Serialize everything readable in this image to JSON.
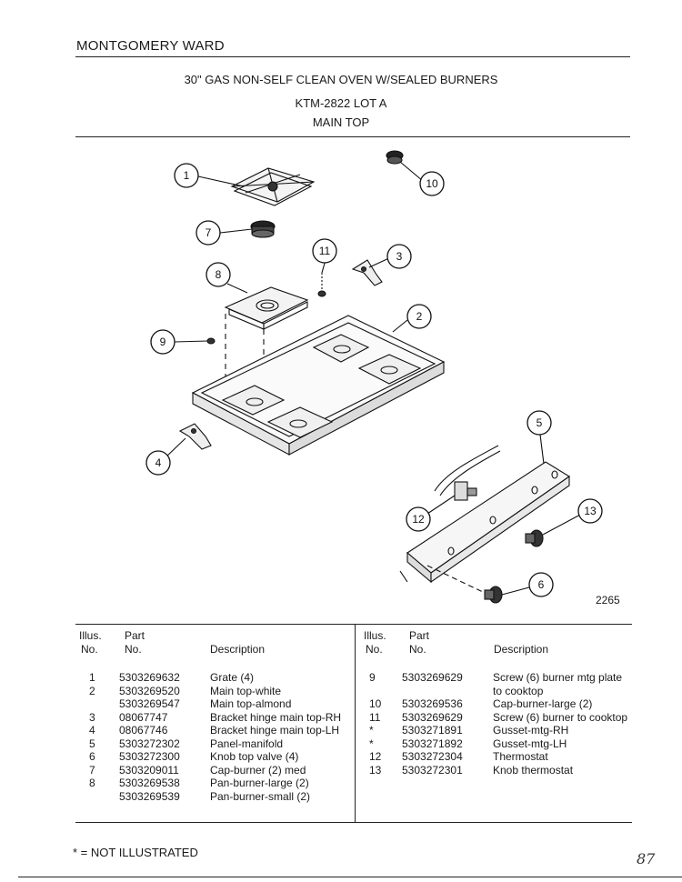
{
  "header": {
    "brand": "MONTGOMERY WARD",
    "title_line1": "30\" GAS NON-SELF CLEAN OVEN W/SEALED BURNERS",
    "title_line2": "KTM-2822 LOT A",
    "title_line3": "MAIN TOP"
  },
  "diagram": {
    "drawing_number": "2265",
    "callouts": [
      "1",
      "2",
      "3",
      "4",
      "5",
      "6",
      "7",
      "8",
      "9",
      "10",
      "11",
      "12",
      "13"
    ]
  },
  "table": {
    "headers": {
      "illus_line1": "Illus.",
      "illus_line2": "No.",
      "part_line1": "Part",
      "part_line2": "No.",
      "description": "Description"
    },
    "left_rows": [
      {
        "illus": "1",
        "part": "5303269632",
        "desc": "Grate (4)"
      },
      {
        "illus": "2",
        "part": "5303269520",
        "desc": "Main top-white"
      },
      {
        "illus": "",
        "part": "5303269547",
        "desc": "Main top-almond"
      },
      {
        "illus": "3",
        "part": "08067747",
        "desc": "Bracket hinge main top-RH"
      },
      {
        "illus": "4",
        "part": "08067746",
        "desc": "Bracket hinge main top-LH"
      },
      {
        "illus": "5",
        "part": "5303272302",
        "desc": "Panel-manifold"
      },
      {
        "illus": "6",
        "part": "5303272300",
        "desc": "Knob top valve (4)"
      },
      {
        "illus": "7",
        "part": "5303209011",
        "desc": "Cap-burner (2) med"
      },
      {
        "illus": "8",
        "part": "5303269538",
        "desc": "Pan-burner-large (2)"
      },
      {
        "illus": "",
        "part": "5303269539",
        "desc": "Pan-burner-small (2)"
      }
    ],
    "right_rows": [
      {
        "illus": "9",
        "part": "5303269629",
        "desc": "Screw (6) burner mtg plate"
      },
      {
        "illus": "",
        "part": "",
        "desc": "to cooktop"
      },
      {
        "illus": "10",
        "part": "5303269536",
        "desc": "Cap-burner-large (2)"
      },
      {
        "illus": "11",
        "part": "5303269629",
        "desc": "Screw (6) burner to cooktop"
      },
      {
        "illus": "*",
        "part": "5303271891",
        "desc": "Gusset-mtg-RH"
      },
      {
        "illus": "*",
        "part": "5303271892",
        "desc": "Gusset-mtg-LH"
      },
      {
        "illus": "12",
        "part": "5303272304",
        "desc": "Thermostat"
      },
      {
        "illus": "13",
        "part": "5303272301",
        "desc": "Knob thermostat"
      }
    ]
  },
  "footer": {
    "note": "* = NOT ILLUSTRATED",
    "handwritten": "87"
  }
}
